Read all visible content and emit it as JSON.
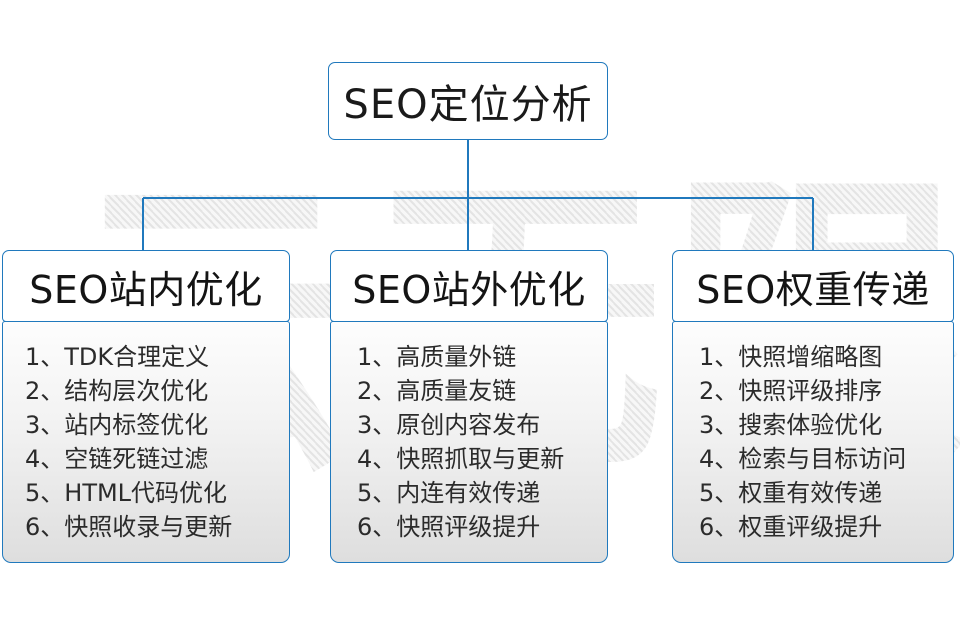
{
  "diagram": {
    "watermark_text": "云无限",
    "accent_color": "#2079bd",
    "root": {
      "title": "SEO定位分析"
    },
    "columns": [
      {
        "title": "SEO站内优化",
        "items": [
          "1、TDK合理定义",
          "2、结构层次优化",
          "3、站内标签优化",
          "4、空链死链过滤",
          "5、HTML代码优化",
          "6、快照收录与更新"
        ]
      },
      {
        "title": "SEO站外优化",
        "items": [
          "1、高质量外链",
          "2、高质量友链",
          "3、原创内容发布",
          "4、快照抓取与更新",
          "5、内连有效传递",
          "6、快照评级提升"
        ]
      },
      {
        "title": "SEO权重传递",
        "items": [
          "1、快照增缩略图",
          "2、快照评级排序",
          "3、搜索体验优化",
          "4、检索与目标访问",
          "5、权重有效传递",
          "6、权重评级提升"
        ]
      }
    ]
  }
}
